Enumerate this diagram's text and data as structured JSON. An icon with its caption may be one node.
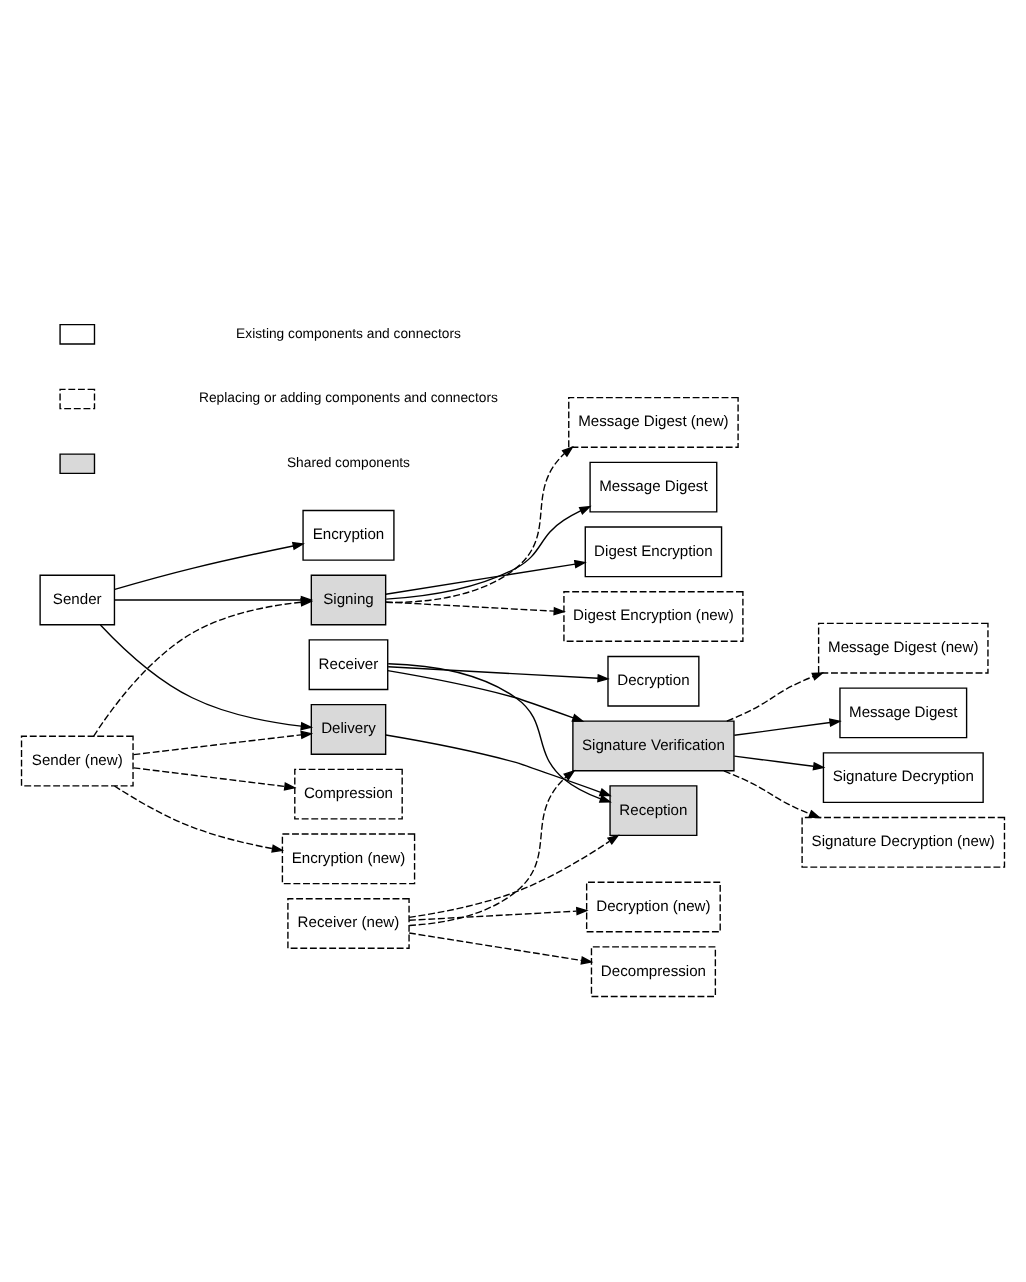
{
  "diagram": {
    "nodes": [
      {
        "text": [
          "Sender"
        ]
      },
      {
        "text": [
          "Encryption"
        ]
      },
      {
        "text": [
          "Signing"
        ]
      },
      {
        "text": [
          "Message Digest (new)"
        ]
      },
      {
        "text": [
          "Message Digest"
        ]
      },
      {
        "text": [
          "Digest Encryption"
        ]
      },
      {
        "text": [
          "Digest Encryption (new)"
        ]
      },
      {
        "text": [
          "Sender (new)"
        ]
      },
      {
        "text": [
          "Compression"
        ]
      },
      {
        "text": [
          "Encryption (new)"
        ]
      },
      {
        "text": [
          "Delivery"
        ]
      },
      {
        "text": [
          "Reception"
        ]
      },
      {
        "text": [
          "Receiver"
        ]
      },
      {
        "text": [
          "Decryption"
        ]
      },
      {
        "text": [
          "Decryption (new)"
        ]
      },
      {
        "text": [
          "Signature Verification"
        ]
      },
      {
        "text": [
          "Message Digest (new)"
        ]
      },
      {
        "text": [
          "Message Digest"
        ]
      },
      {
        "text": [
          "Signature Decryption"
        ]
      },
      {
        "text": [
          "Signature Decryption (new)"
        ]
      },
      {
        "text": [
          "Receiver (new)"
        ]
      },
      {
        "text": [
          "Decompression"
        ]
      }
    ],
    "edges": [
      {
        "from": 0,
        "to": 1,
        "arrow": "to"
      },
      {
        "from": 0,
        "to": 2,
        "arrow": "to"
      },
      {
        "from": 0,
        "to": 10,
        "arrow": "to"
      },
      {
        "from": 2,
        "to": 3,
        "arrow": "to",
        "style": "dashed"
      },
      {
        "from": 2,
        "to": 4,
        "arrow": "to"
      },
      {
        "from": 2,
        "to": 5,
        "arrow": "to"
      },
      {
        "from": 2,
        "to": 6,
        "arrow": "to",
        "style": "dashed"
      },
      {
        "from": 7,
        "to": 2,
        "arrow": "to",
        "style": "dashed"
      },
      {
        "from": 7,
        "to": 8,
        "arrow": "to",
        "style": "dashed"
      },
      {
        "from": 7,
        "to": 9,
        "arrow": "to",
        "style": "dashed"
      },
      {
        "from": 7,
        "to": 10,
        "arrow": "to",
        "style": "dashed"
      },
      {
        "from": 10,
        "to": 11,
        "arrow": "to"
      },
      {
        "from": 12,
        "to": 11,
        "arrow": "to"
      },
      {
        "from": 12,
        "to": 13,
        "arrow": "to"
      },
      {
        "from": 12,
        "to": 15,
        "arrow": "to"
      },
      {
        "from": 15,
        "to": 16,
        "arrow": "to",
        "style": "dashed"
      },
      {
        "from": 15,
        "to": 17,
        "arrow": "to"
      },
      {
        "from": 15,
        "to": 18,
        "arrow": "to"
      },
      {
        "from": 15,
        "to": 19,
        "arrow": "to",
        "style": "dashed"
      },
      {
        "from": 20,
        "to": 11,
        "arrow": "to",
        "style": "dashed"
      },
      {
        "from": 20,
        "to": 14,
        "arrow": "to",
        "style": "dashed"
      },
      {
        "from": 20,
        "to": 15,
        "arrow": "to",
        "style": "dashed"
      },
      {
        "from": 20,
        "to": 21,
        "arrow": "to",
        "style": "dashed"
      }
    ],
    "legend": [
      {
        "text": "Existing components and connectors"
      },
      {
        "text": "Replacing or adding components and connectors"
      },
      {
        "text": "Shared components",
        "color": "#d9d9d9"
      }
    ]
  }
}
